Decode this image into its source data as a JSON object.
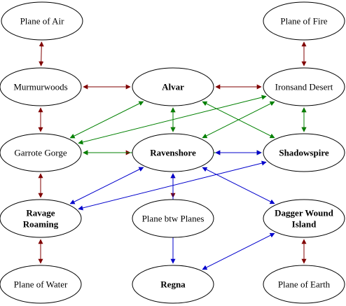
{
  "colors": {
    "background": "#ffffff",
    "node_stroke": "#000000",
    "red_link": "#800000",
    "green_link": "#008000",
    "blue_link": "#0000cc"
  },
  "nodes": [
    {
      "id": "air",
      "lines": [
        "Plane of Air"
      ],
      "bold": false
    },
    {
      "id": "fire",
      "lines": [
        "Plane of Fire"
      ],
      "bold": false
    },
    {
      "id": "murmur",
      "lines": [
        "Murmurwoods"
      ],
      "bold": false
    },
    {
      "id": "alvar",
      "lines": [
        "Alvar"
      ],
      "bold": true
    },
    {
      "id": "ironsand",
      "lines": [
        "Ironsand Desert"
      ],
      "bold": false
    },
    {
      "id": "garrote",
      "lines": [
        "Garrote Gorge"
      ],
      "bold": false
    },
    {
      "id": "ravenshore",
      "lines": [
        "Ravenshore"
      ],
      "bold": true
    },
    {
      "id": "shadow",
      "lines": [
        "Shadowspire"
      ],
      "bold": true
    },
    {
      "id": "ravage",
      "lines": [
        "Ravage",
        "Roaming"
      ],
      "bold": true
    },
    {
      "id": "btw",
      "lines": [
        "Plane btw Planes"
      ],
      "bold": false
    },
    {
      "id": "dagger",
      "lines": [
        "Dagger Wound",
        "Island"
      ],
      "bold": true
    },
    {
      "id": "water",
      "lines": [
        "Plane of Water"
      ],
      "bold": false
    },
    {
      "id": "regna",
      "lines": [
        "Regna"
      ],
      "bold": true
    },
    {
      "id": "earth",
      "lines": [
        "Plane of Earth"
      ],
      "bold": false
    }
  ],
  "edges": [
    {
      "from": "air",
      "to": "murmur",
      "color": "red"
    },
    {
      "from": "fire",
      "to": "ironsand",
      "color": "red"
    },
    {
      "from": "murmur",
      "to": "alvar",
      "color": "red"
    },
    {
      "from": "alvar",
      "to": "ironsand",
      "color": "red"
    },
    {
      "from": "murmur",
      "to": "garrote",
      "color": "red"
    },
    {
      "from": "alvar",
      "to": "ravenshore",
      "color": "red"
    },
    {
      "from": "ironsand",
      "to": "shadow",
      "color": "red"
    },
    {
      "from": "garrote",
      "to": "ravenshore",
      "color": "red"
    },
    {
      "from": "ravenshore",
      "to": "shadow",
      "color": "red"
    },
    {
      "from": "garrote",
      "to": "ravage",
      "color": "red"
    },
    {
      "from": "ravenshore",
      "to": "btw",
      "color": "red"
    },
    {
      "from": "ravage",
      "to": "water",
      "color": "red"
    },
    {
      "from": "dagger",
      "to": "earth",
      "color": "red"
    },
    {
      "from": "garrote",
      "to": "alvar",
      "color": "green"
    },
    {
      "from": "ravenshore",
      "to": "alvar",
      "color": "green"
    },
    {
      "from": "alvar",
      "to": "shadow",
      "color": "green"
    },
    {
      "from": "ironsand",
      "to": "ravenshore",
      "color": "green"
    },
    {
      "from": "ironsand",
      "to": "garrote",
      "color": "green"
    },
    {
      "from": "garrote",
      "to": "shadow",
      "color": "green"
    },
    {
      "from": "ironsand",
      "to": "shadow",
      "color": "green"
    },
    {
      "from": "ravage",
      "to": "ravenshore",
      "color": "blue"
    },
    {
      "from": "ravage",
      "to": "shadow",
      "color": "blue"
    },
    {
      "from": "ravenshore",
      "to": "shadow",
      "color": "blue"
    },
    {
      "from": "ravenshore",
      "to": "dagger",
      "color": "blue"
    },
    {
      "from": "ravenshore",
      "to": "regna",
      "color": "blue"
    },
    {
      "from": "regna",
      "to": "dagger",
      "color": "blue"
    }
  ]
}
